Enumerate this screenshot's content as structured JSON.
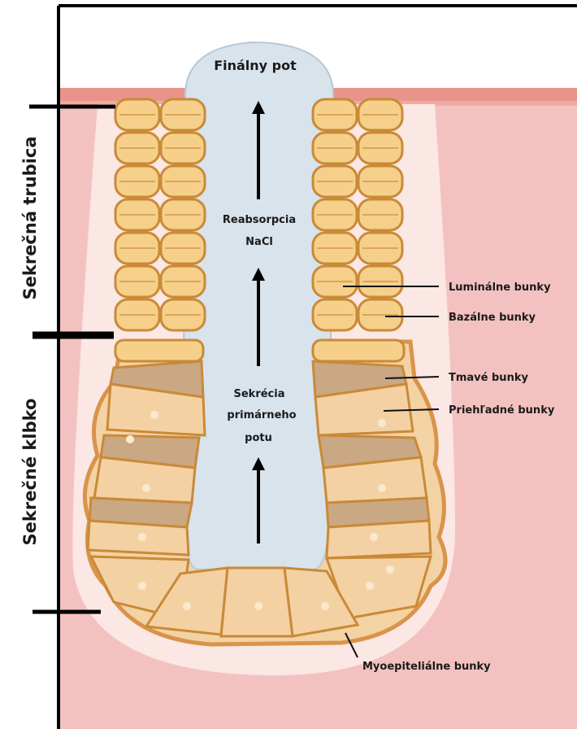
{
  "top_label": "Finálny pot",
  "center": {
    "upper": [
      "Reabsorpcia",
      "NaCl"
    ],
    "lower": [
      "Sekrécia",
      "primárneho",
      "potu"
    ]
  },
  "side": {
    "upper": "Sekrečná trubica",
    "lower": "Sekrečné klbko"
  },
  "labels": {
    "luminal": "Luminálne bunky",
    "basal": "Bazálne bunky",
    "dark": "Tmavé bunky",
    "clear": "Priehľadné bunky",
    "myo": "Myoepiteliálne bunky"
  },
  "colors": {
    "skin": "#f3c2c0",
    "skin_top": "#e89088",
    "lumen": "#d9e3ec",
    "cell_fill": "#f6d08a",
    "cell_edge": "#c98a38",
    "coil_fill": "#f4d1a2",
    "dark_cell": "#caa884",
    "halo": "#fbe6e2"
  }
}
